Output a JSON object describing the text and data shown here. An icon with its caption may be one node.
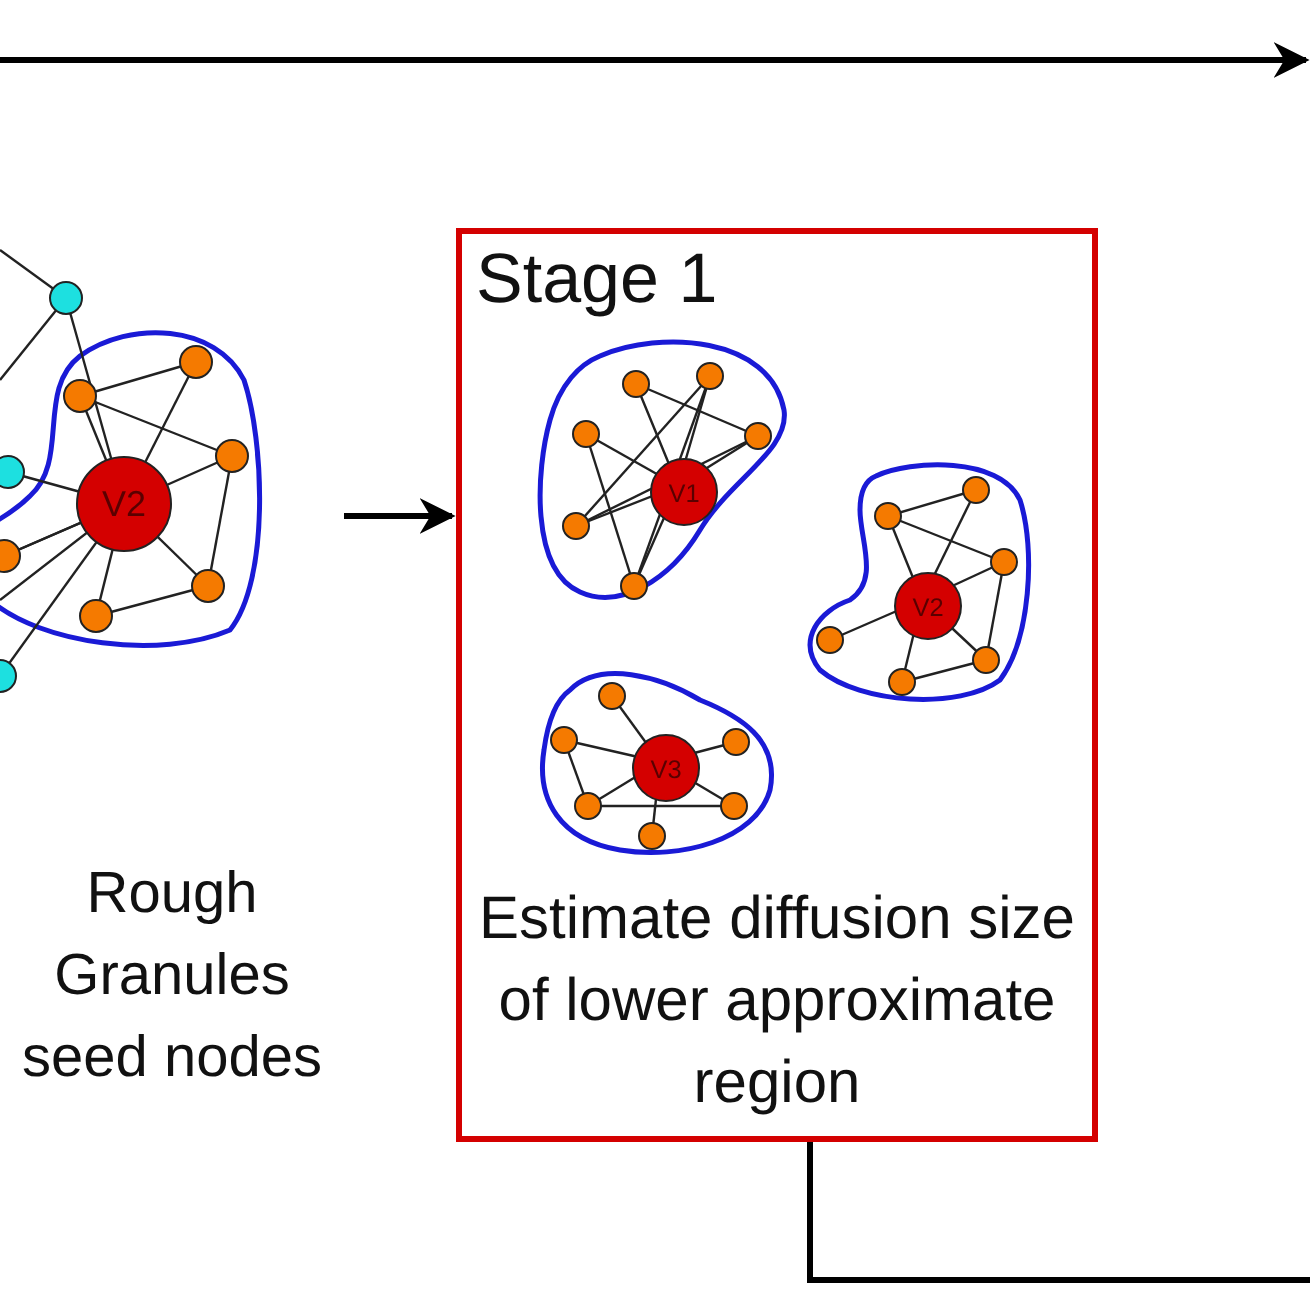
{
  "diagram": {
    "nodes": [
      {
        "text": [
          "Rough Granules seed nodes"
        ]
      },
      {
        "text": [
          "V2"
        ],
        "in": 0
      },
      {
        "text": [
          "Stage 1",
          "Estimate diffusion size of lower approximate region"
        ]
      },
      {
        "text": [
          "V1"
        ],
        "in": 2
      },
      {
        "text": [
          "V2"
        ],
        "in": 2
      },
      {
        "text": [
          "V3"
        ],
        "in": 2
      }
    ],
    "edges": [
      {
        "from": 0,
        "to": 2,
        "arrow": "to"
      },
      {
        "from": 2,
        "to": null,
        "arrow": "none"
      }
    ]
  }
}
